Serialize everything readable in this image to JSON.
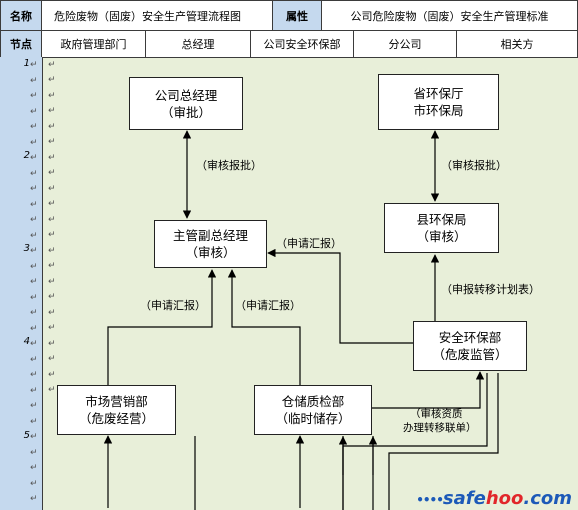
{
  "header": {
    "name_label": "名称",
    "name_value": "危险废物（固废）安全生产管理流程图",
    "attr_label": "属性",
    "attr_value": "公司危险废物（固废）安全生产管理标准",
    "node_label": "节点",
    "columns": [
      "政府管理部门",
      "总经理",
      "公司安全环保部",
      "分公司",
      "相关方"
    ]
  },
  "row_numbers": [
    "1",
    "2",
    "3",
    "4",
    "5"
  ],
  "boxes": {
    "ceo": [
      "公司总经理",
      "（审批）"
    ],
    "provincial": [
      "省环保厅",
      "市环保局"
    ],
    "county": [
      "县环保局",
      "（审核）"
    ],
    "vp": [
      "主管副总经理",
      "（审核）"
    ],
    "safety": [
      "安全环保部",
      "（危废监管）"
    ],
    "marketing": [
      "市场营销部",
      "（危废经营）"
    ],
    "warehouse": [
      "仓储质检部",
      "（临时储存）"
    ]
  },
  "labels": {
    "review_report_1": "（审核报批）",
    "review_report_2": "（审核报批）",
    "apply_report_right": "（申请汇报）",
    "apply_report_left": "（申请汇报）",
    "apply_report_mid": "（申请汇报）",
    "transfer_plan": "（申报转移计划表）",
    "qualify_line1": "（审核资质",
    "qualify_line2": "办理转移联单）"
  },
  "watermark": {
    "part1": "safe",
    "part2": "hoo",
    "suffix": ".com"
  },
  "colors": {
    "grid_bg": "#e8efd9",
    "header_blue": "#c5d9ee",
    "line": "#000000"
  }
}
